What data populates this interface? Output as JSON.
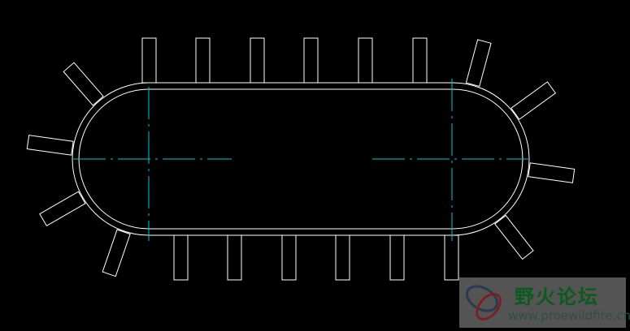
{
  "drawing": {
    "colors": {
      "background": "#000000",
      "geometry": "#ffffff",
      "centerline": "#00c8d8"
    },
    "top_teeth_count": 6,
    "bottom_teeth_count": 6,
    "left_end_teeth_count": 4,
    "right_end_teeth_count": 4
  },
  "watermark": {
    "title": "野火论坛",
    "url": "www.proewildfire.cn"
  }
}
